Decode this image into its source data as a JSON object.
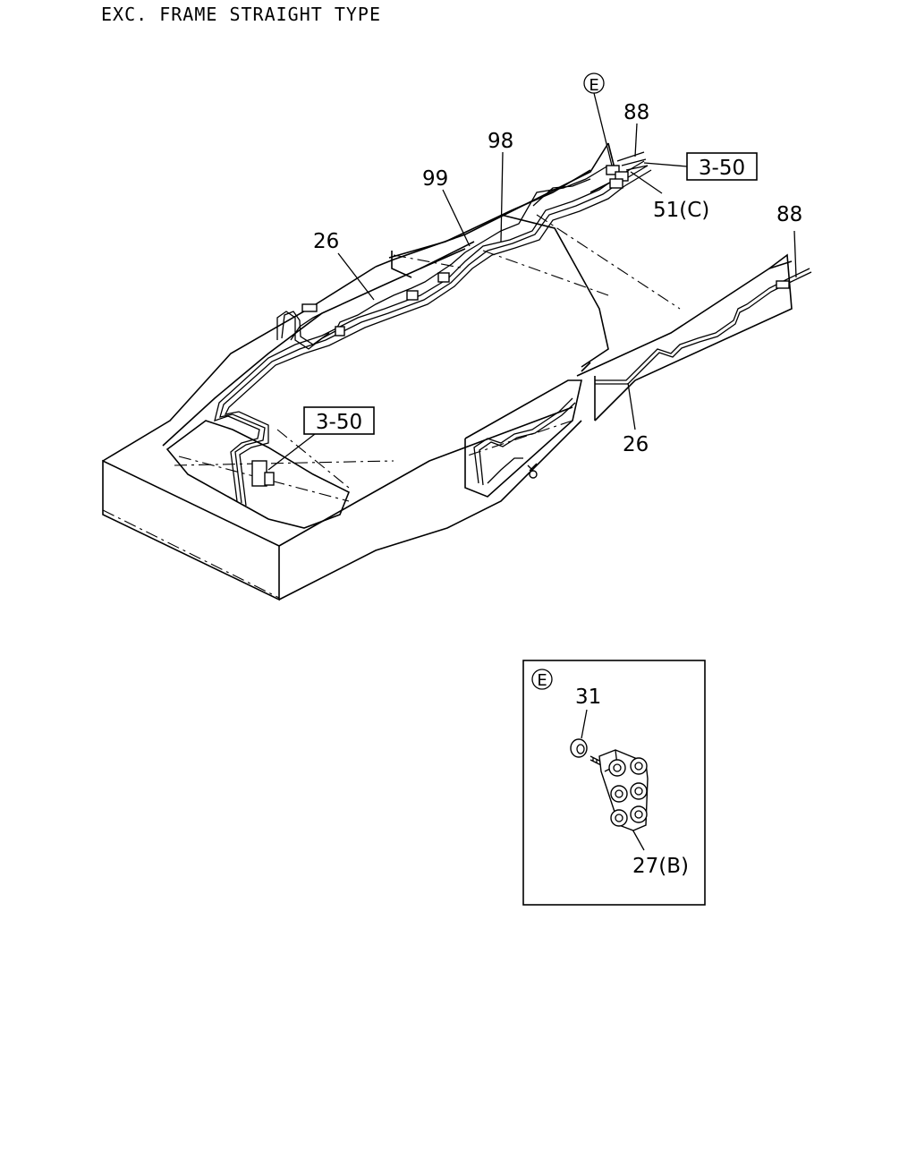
{
  "title": "EXC. FRAME STRAIGHT TYPE",
  "callouts": {
    "e_ref_main": "E",
    "p88_top": "88",
    "p88_right": "88",
    "p98": "98",
    "p99": "99",
    "p26_top": "26",
    "p26_bottom": "26",
    "ref_350_top": "3-50",
    "ref_350_left": "3-50",
    "p51c": "51(C)"
  },
  "detail": {
    "e_ref": "E",
    "p31": "31",
    "p27b": "27(B)"
  }
}
